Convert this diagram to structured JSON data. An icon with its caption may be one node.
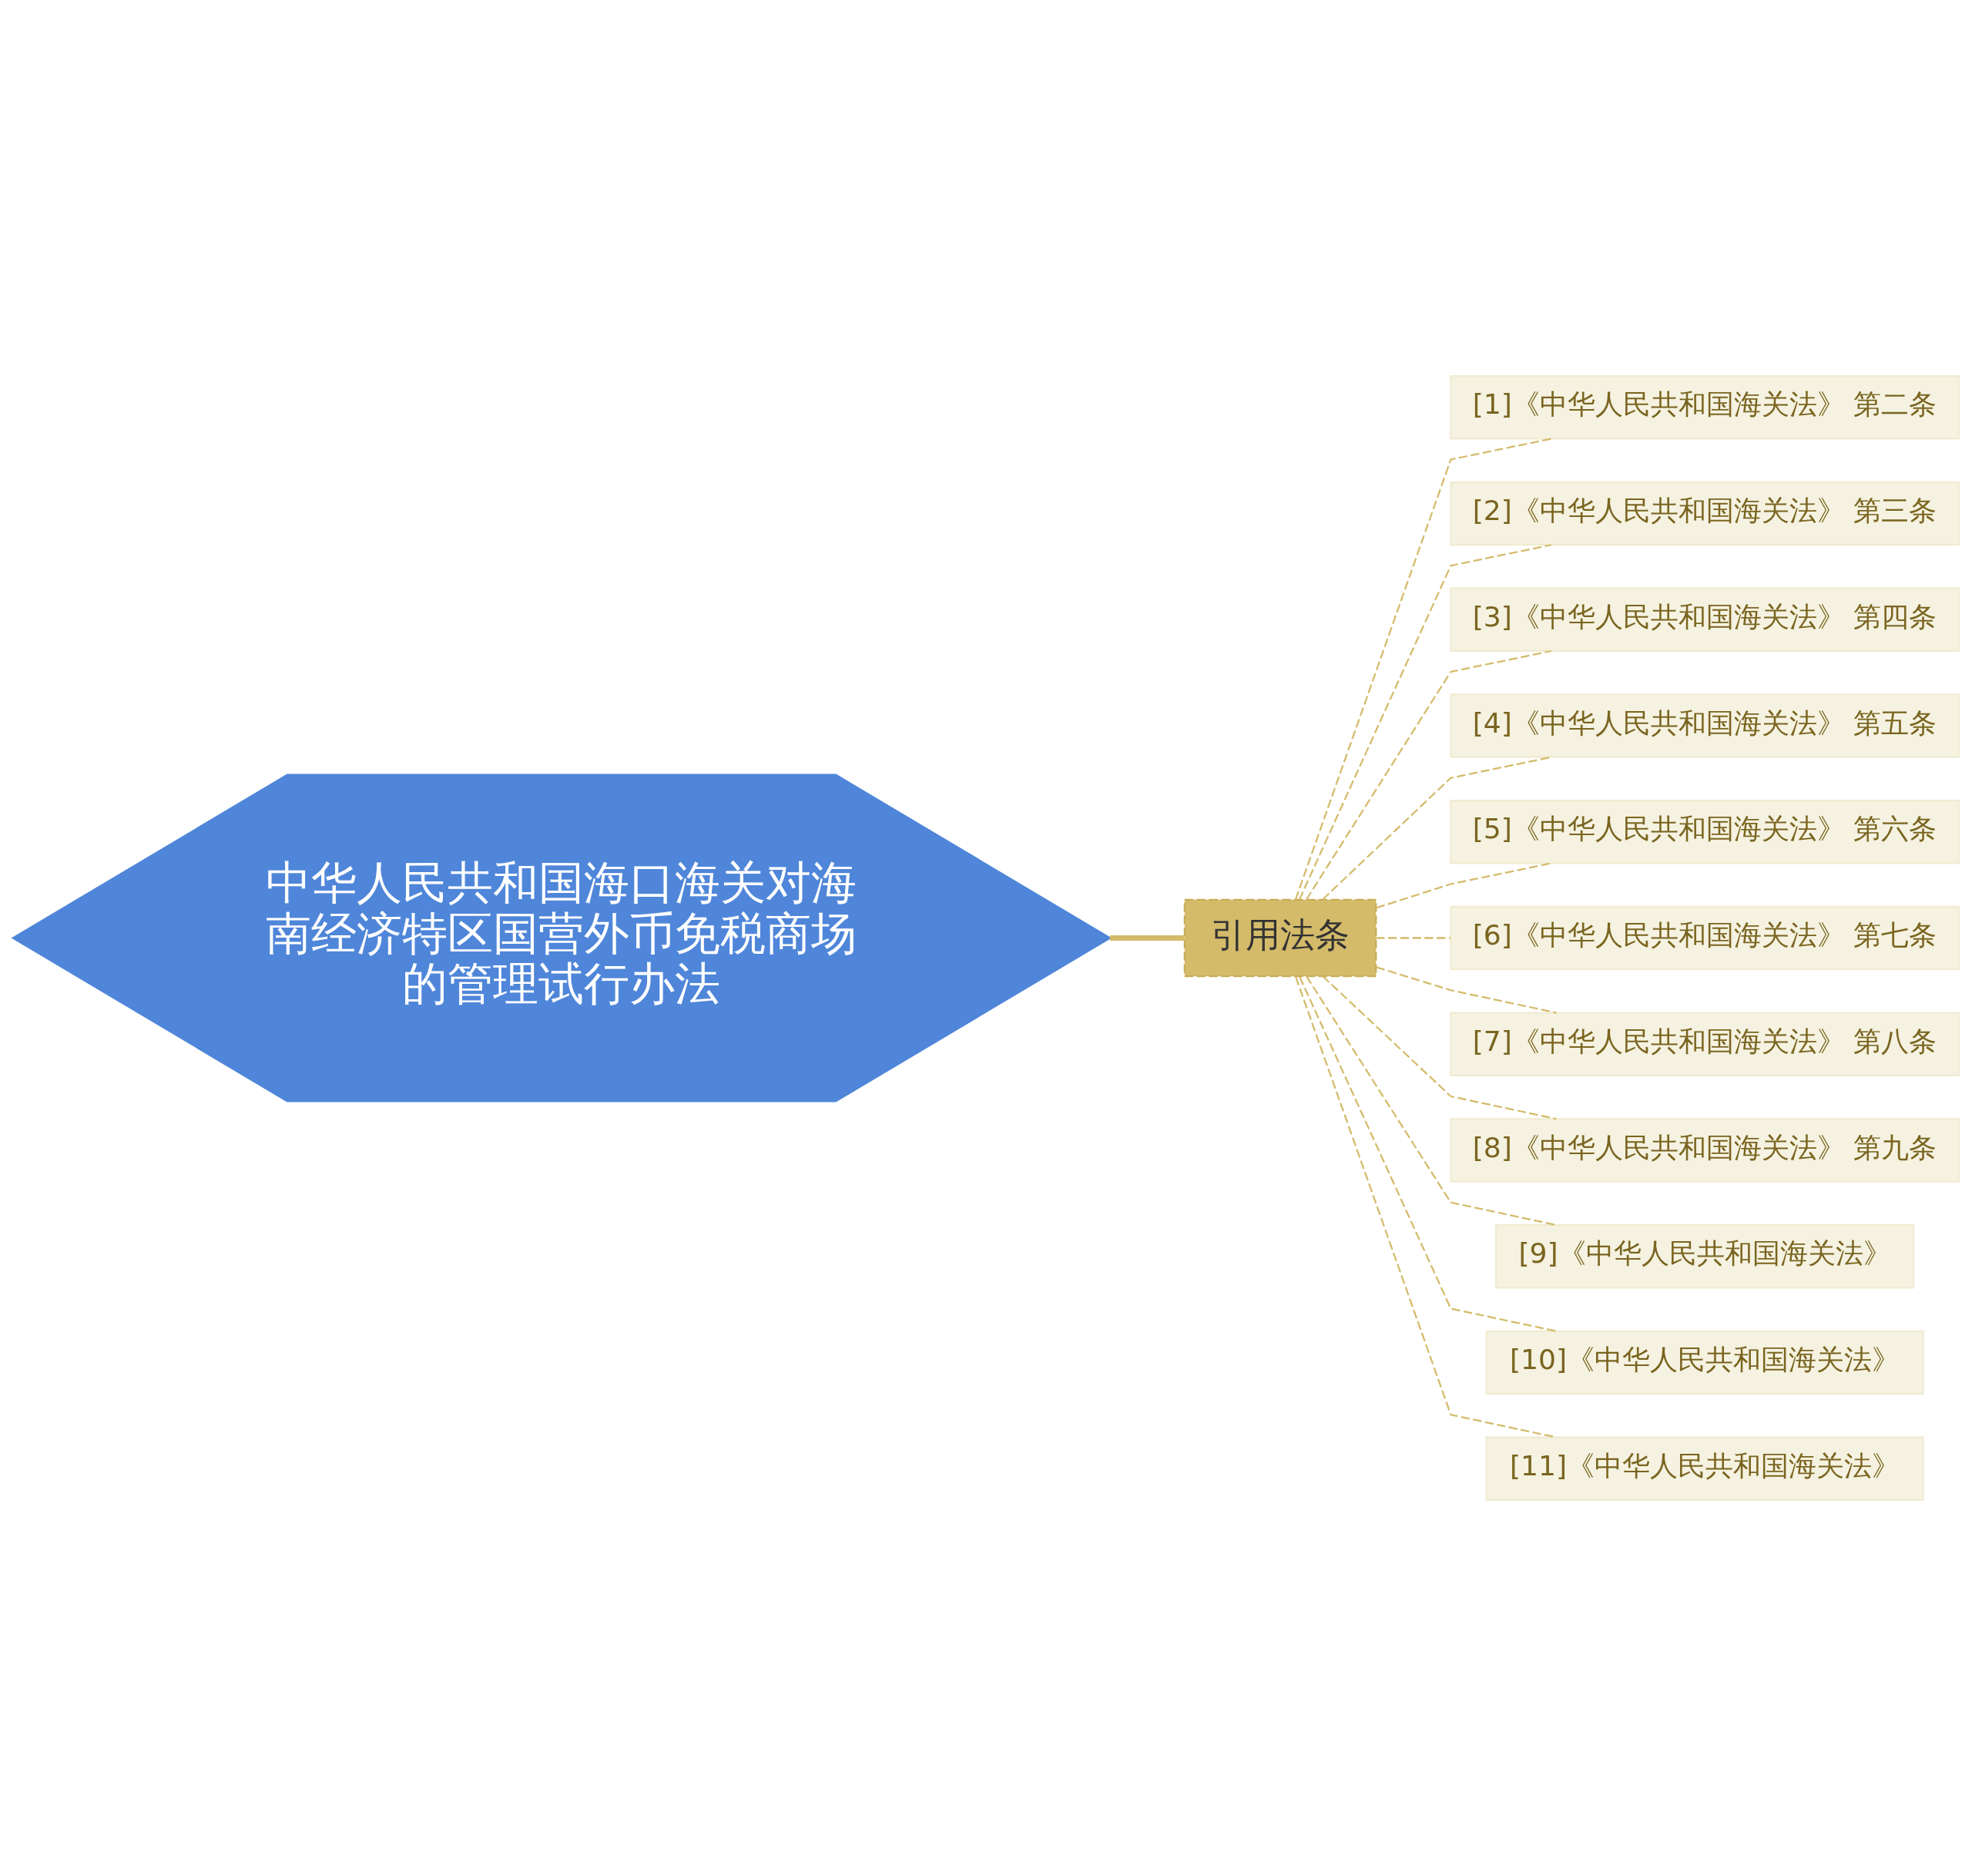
{
  "diagram": {
    "nodes": [
      {
        "text": [
          "中华人民共和国海口海关对海南经济特区国营外币免税商场的管理试行办法"
        ]
      },
      {
        "text": [
          "引用法条"
        ]
      },
      {
        "text": [
          "[1]《中华人民共和国海关法》 第二条"
        ]
      },
      {
        "text": [
          "[2]《中华人民共和国海关法》 第三条"
        ]
      },
      {
        "text": [
          "[3]《中华人民共和国海关法》 第四条"
        ]
      },
      {
        "text": [
          "[4]《中华人民共和国海关法》 第五条"
        ]
      },
      {
        "text": [
          "[5]《中华人民共和国海关法》 第六条"
        ]
      },
      {
        "text": [
          "[6]《中华人民共和国海关法》 第七条"
        ]
      },
      {
        "text": [
          "[7]《中华人民共和国海关法》 第八条"
        ]
      },
      {
        "text": [
          "[8]《中华人民共和国海关法》 第九条"
        ]
      },
      {
        "text": [
          "[9]《中华人民共和国海关法》"
        ]
      },
      {
        "text": [
          "[10]《中华人民共和国海关法》"
        ]
      },
      {
        "text": [
          "[11]《中华人民共和国海关法》"
        ]
      }
    ],
    "edges": [
      {
        "from": 0,
        "to": 1,
        "arrow": "none",
        "style": "thick"
      },
      {
        "from": 1,
        "to": 2,
        "arrow": "none",
        "style": "dashed"
      },
      {
        "from": 1,
        "to": 3,
        "arrow": "none",
        "style": "dashed"
      },
      {
        "from": 1,
        "to": 4,
        "arrow": "none",
        "style": "dashed"
      },
      {
        "from": 1,
        "to": 5,
        "arrow": "none",
        "style": "dashed"
      },
      {
        "from": 1,
        "to": 6,
        "arrow": "none",
        "style": "dashed"
      },
      {
        "from": 1,
        "to": 7,
        "arrow": "none",
        "style": "dashed"
      },
      {
        "from": 1,
        "to": 8,
        "arrow": "none",
        "style": "dashed"
      },
      {
        "from": 1,
        "to": 9,
        "arrow": "none",
        "style": "dashed"
      },
      {
        "from": 1,
        "to": 10,
        "arrow": "none",
        "style": "dashed"
      },
      {
        "from": 1,
        "to": 11,
        "arrow": "none",
        "style": "dashed"
      },
      {
        "from": 1,
        "to": 12,
        "arrow": "none",
        "style": "dashed"
      }
    ]
  }
}
